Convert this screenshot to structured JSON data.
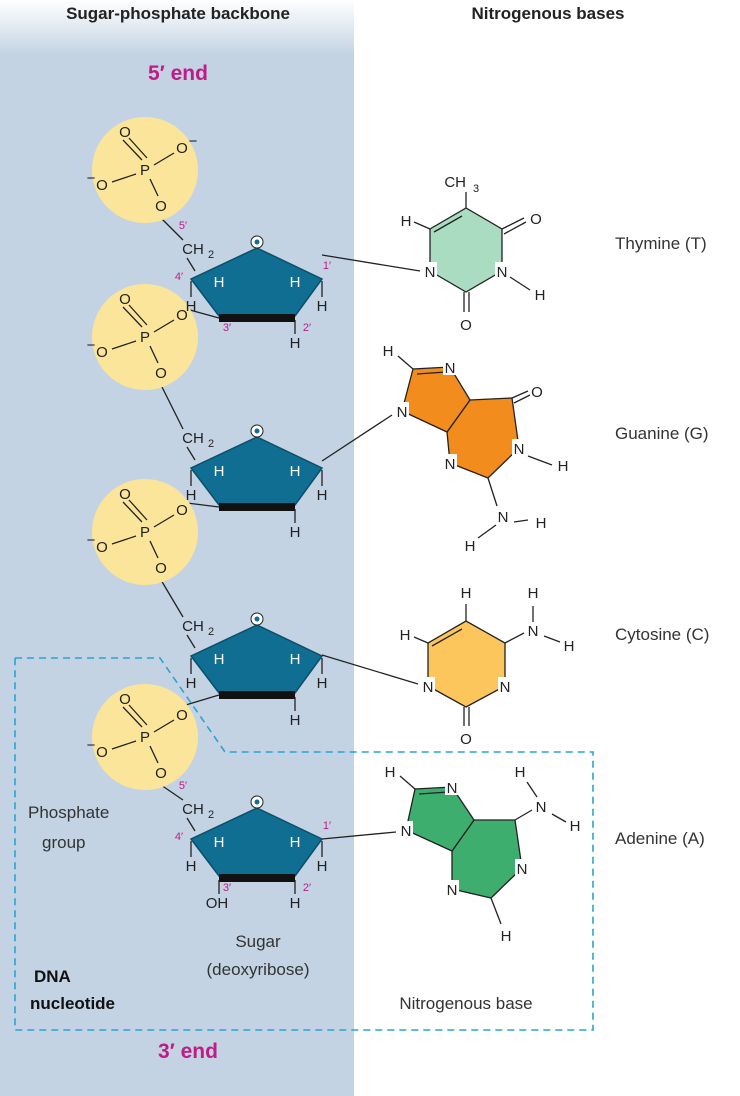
{
  "headers": {
    "backbone": "Sugar-phosphate backbone",
    "bases": "Nitrogenous bases"
  },
  "ends": {
    "top": "5′ end",
    "bottom": "3′ end"
  },
  "bases": [
    {
      "name": "Thymine (T)",
      "color": "#a9dcc0"
    },
    {
      "name": "Guanine (G)",
      "color": "#f28c1d"
    },
    {
      "name": "Cytosine (C)",
      "color": "#fdc65c"
    },
    {
      "name": "Adenine (A)",
      "color": "#3dae6e"
    }
  ],
  "labels": {
    "phosphate_group_line1": "Phosphate",
    "phosphate_group_line2": "group",
    "sugar_line1": "Sugar",
    "sugar_line2": "(deoxyribose)",
    "nucleotide_line1": "DNA",
    "nucleotide_line2": "nucleotide",
    "nitrogenous_base": "Nitrogenous base"
  },
  "carbon_numbers": {
    "c1": "1′",
    "c2": "2′",
    "c3": "3′",
    "c4": "4′",
    "c5": "5′"
  },
  "atoms": {
    "O": "O",
    "P": "P",
    "H": "H",
    "N": "N",
    "C": "C",
    "minus": "−",
    "CH": "CH",
    "sub2": "2",
    "sub3": "3",
    "OH": "OH"
  },
  "colors": {
    "backbone_panel": "#c3d3e3",
    "phosphate_circle": "#fbe59a",
    "sugar_ring": "#0f6e91",
    "end_labels": "#c01b86",
    "dashed_box": "#2aa3cf"
  }
}
